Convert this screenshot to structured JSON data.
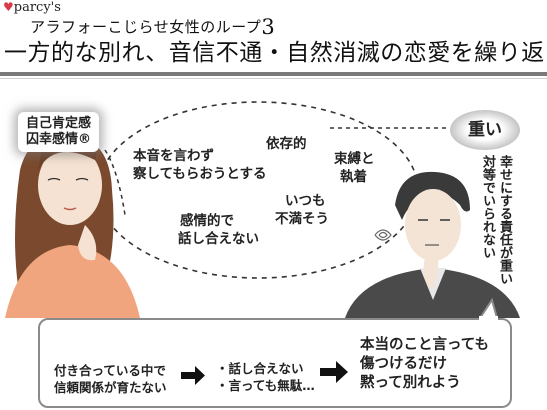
{
  "brand": {
    "name": "parcy's"
  },
  "header": {
    "subtitle": "アラフォーこじらせ女性のループ",
    "subtitle_number": "3",
    "headline": "一方的な別れ、音信不通・自然消滅の恋愛を繰り返す"
  },
  "woman": {
    "tag_line1": "自己肯定感",
    "tag_line2": "囚幸感情®"
  },
  "bubble": {
    "item1_line1": "本音を言わず",
    "item1_line2": "察してもらおうとする",
    "item2": "依存的",
    "item3_line1": "束縛と",
    "item3_line2": "執着",
    "item4_line1": "いつも",
    "item4_line2": "不満そう",
    "item5_line1": "感情的で",
    "item5_line2": "話し合えない"
  },
  "man": {
    "tag": "重い",
    "thought_col1": "幸せにする責任が重い",
    "thought_col2": "対等でいられない"
  },
  "flow": {
    "step1_line1": "付き合っている中で",
    "step1_line2": "信頼関係が育たない",
    "step2_line1": "・話し合えない",
    "step2_line2": "・言っても無駄…",
    "step3_line1": "本当のこと言っても",
    "step3_line2": "傷つけるだけ",
    "step3_line3": "黙って別れよう"
  },
  "colors": {
    "heart": "#d93a4a",
    "rule": "#7a7a7a",
    "woman_top": "#f2a27a",
    "woman_hair": "#8a5a3a",
    "man_suit": "#4a4a4a"
  }
}
